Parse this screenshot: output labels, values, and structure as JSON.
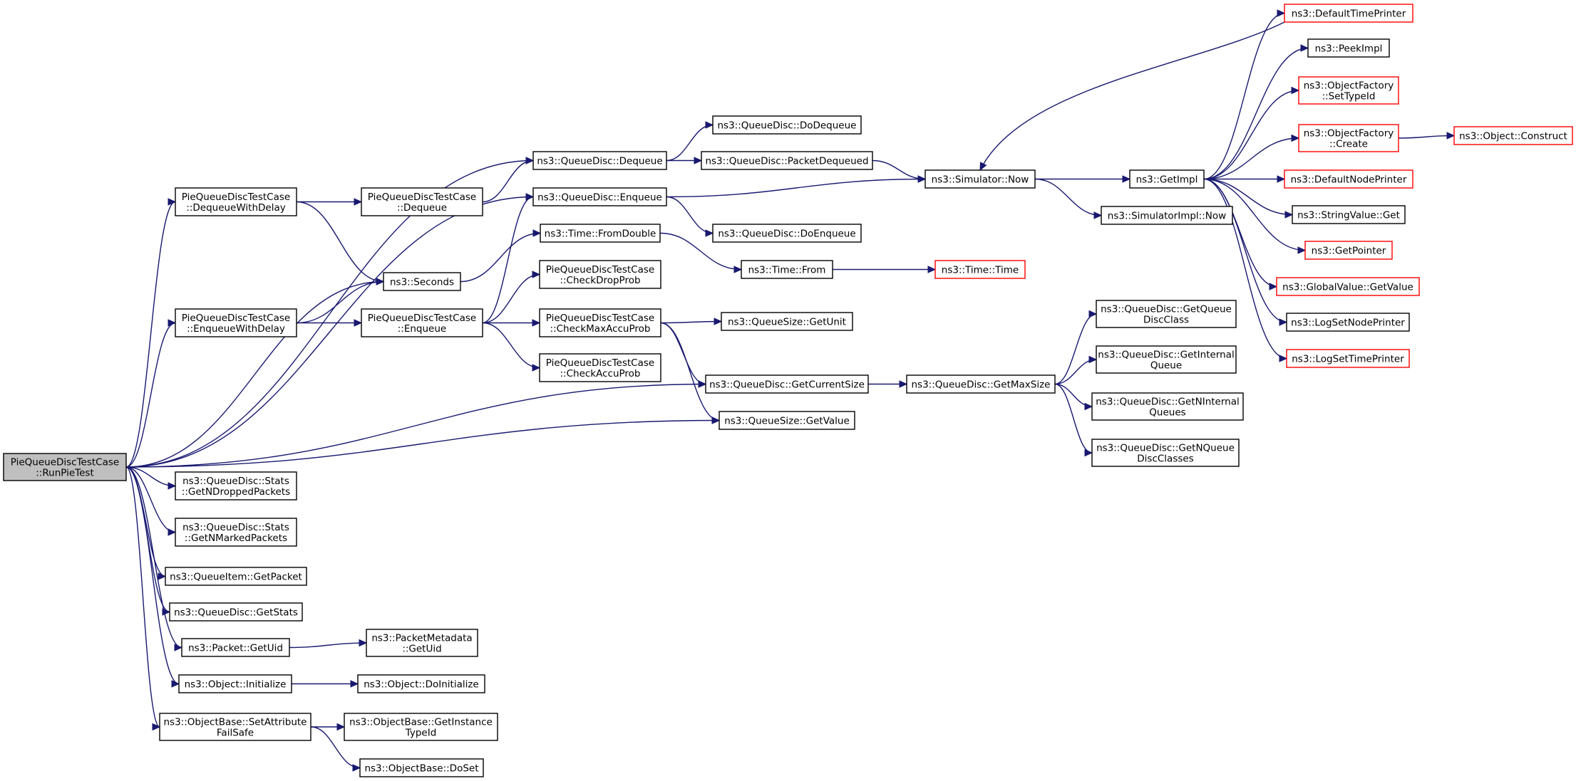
{
  "graph": {
    "nodes": [
      {
        "id": "runpie",
        "lines": [
          "PieQueueDiscTestCase",
          "::RunPieTest"
        ],
        "style": "root"
      },
      {
        "id": "dequeuewithdelay",
        "lines": [
          "PieQueueDiscTestCase",
          "::DequeueWithDelay"
        ],
        "style": "normal"
      },
      {
        "id": "enqueuewithdelay",
        "lines": [
          "PieQueueDiscTestCase",
          "::EnqueueWithDelay"
        ],
        "style": "normal"
      },
      {
        "id": "getndropped",
        "lines": [
          "ns3::QueueDisc::Stats",
          "::GetNDroppedPackets"
        ],
        "style": "normal"
      },
      {
        "id": "getnmarked",
        "lines": [
          "ns3::QueueDisc::Stats",
          "::GetNMarkedPackets"
        ],
        "style": "normal"
      },
      {
        "id": "queueitem_getpacket",
        "lines": [
          "ns3::QueueItem::GetPacket"
        ],
        "style": "normal"
      },
      {
        "id": "getstats",
        "lines": [
          "ns3::QueueDisc::GetStats"
        ],
        "style": "normal"
      },
      {
        "id": "packet_getuid",
        "lines": [
          "ns3::Packet::GetUid"
        ],
        "style": "normal"
      },
      {
        "id": "object_initialize",
        "lines": [
          "ns3::Object::Initialize"
        ],
        "style": "normal"
      },
      {
        "id": "setattrfailsafe",
        "lines": [
          "ns3::ObjectBase::SetAttribute",
          "FailSafe"
        ],
        "style": "normal"
      },
      {
        "id": "pie_dequeue",
        "lines": [
          "PieQueueDiscTestCase",
          "::Dequeue"
        ],
        "style": "normal"
      },
      {
        "id": "seconds",
        "lines": [
          "ns3::Seconds"
        ],
        "style": "normal"
      },
      {
        "id": "pie_enqueue",
        "lines": [
          "PieQueueDiscTestCase",
          "::Enqueue"
        ],
        "style": "normal"
      },
      {
        "id": "pktmeta_getuid",
        "lines": [
          "ns3::PacketMetadata",
          "::GetUid"
        ],
        "style": "normal"
      },
      {
        "id": "object_doinitialize",
        "lines": [
          "ns3::Object::DoInitialize"
        ],
        "style": "normal"
      },
      {
        "id": "getinstancetypeid",
        "lines": [
          "ns3::ObjectBase::GetInstance",
          "TypeId"
        ],
        "style": "normal"
      },
      {
        "id": "doset",
        "lines": [
          "ns3::ObjectBase::DoSet"
        ],
        "style": "normal"
      },
      {
        "id": "qd_dequeue",
        "lines": [
          "ns3::QueueDisc::Dequeue"
        ],
        "style": "normal"
      },
      {
        "id": "qd_enqueue",
        "lines": [
          "ns3::QueueDisc::Enqueue"
        ],
        "style": "normal"
      },
      {
        "id": "time_fromdouble",
        "lines": [
          "ns3::Time::FromDouble"
        ],
        "style": "normal"
      },
      {
        "id": "checkdropprob",
        "lines": [
          "PieQueueDiscTestCase",
          "::CheckDropProb"
        ],
        "style": "normal"
      },
      {
        "id": "checkmaxaccuprob",
        "lines": [
          "PieQueueDiscTestCase",
          "::CheckMaxAccuProb"
        ],
        "style": "normal"
      },
      {
        "id": "checkaccuprob",
        "lines": [
          "PieQueueDiscTestCase",
          "::CheckAccuProb"
        ],
        "style": "normal"
      },
      {
        "id": "qd_dodequeue",
        "lines": [
          "ns3::QueueDisc::DoDequeue"
        ],
        "style": "normal"
      },
      {
        "id": "qd_packetdequeued",
        "lines": [
          "ns3::QueueDisc::PacketDequeued"
        ],
        "style": "normal"
      },
      {
        "id": "qd_doenqueue",
        "lines": [
          "ns3::QueueDisc::DoEnqueue"
        ],
        "style": "normal"
      },
      {
        "id": "time_from",
        "lines": [
          "ns3::Time::From"
        ],
        "style": "normal"
      },
      {
        "id": "qs_getunit",
        "lines": [
          "ns3::QueueSize::GetUnit"
        ],
        "style": "normal"
      },
      {
        "id": "qd_getcurrentsize",
        "lines": [
          "ns3::QueueDisc::GetCurrentSize"
        ],
        "style": "normal"
      },
      {
        "id": "qs_getvalue",
        "lines": [
          "ns3::QueueSize::GetValue"
        ],
        "style": "normal"
      },
      {
        "id": "simulator_now",
        "lines": [
          "ns3::Simulator::Now"
        ],
        "style": "normal"
      },
      {
        "id": "time_time",
        "lines": [
          "ns3::Time::Time"
        ],
        "style": "red"
      },
      {
        "id": "qd_getmaxsize",
        "lines": [
          "ns3::QueueDisc::GetMaxSize"
        ],
        "style": "normal"
      },
      {
        "id": "getimpl",
        "lines": [
          "ns3::GetImpl"
        ],
        "style": "normal"
      },
      {
        "id": "simimpl_now",
        "lines": [
          "ns3::SimulatorImpl::Now"
        ],
        "style": "normal"
      },
      {
        "id": "qd_getqueuediscclass",
        "lines": [
          "ns3::QueueDisc::GetQueue",
          "DiscClass"
        ],
        "style": "normal"
      },
      {
        "id": "qd_getinternalqueue",
        "lines": [
          "ns3::QueueDisc::GetInternal",
          "Queue"
        ],
        "style": "normal"
      },
      {
        "id": "qd_getninternalqueues",
        "lines": [
          "ns3::QueueDisc::GetNInternal",
          "Queues"
        ],
        "style": "normal"
      },
      {
        "id": "qd_getnqueuediscclasses",
        "lines": [
          "ns3::QueueDisc::GetNQueue",
          "DiscClasses"
        ],
        "style": "normal"
      },
      {
        "id": "defaulttimeprinter",
        "lines": [
          "ns3::DefaultTimePrinter"
        ],
        "style": "red"
      },
      {
        "id": "peekimpl",
        "lines": [
          "ns3::PeekImpl"
        ],
        "style": "normal"
      },
      {
        "id": "of_settypeid",
        "lines": [
          "ns3::ObjectFactory",
          "::SetTypeId"
        ],
        "style": "red"
      },
      {
        "id": "of_create",
        "lines": [
          "ns3::ObjectFactory",
          "::Create"
        ],
        "style": "red"
      },
      {
        "id": "defaultnodeprinter",
        "lines": [
          "ns3::DefaultNodePrinter"
        ],
        "style": "red"
      },
      {
        "id": "stringvalue_get",
        "lines": [
          "ns3::StringValue::Get"
        ],
        "style": "normal"
      },
      {
        "id": "getpointer",
        "lines": [
          "ns3::GetPointer"
        ],
        "style": "red"
      },
      {
        "id": "globalvalue_getvalue",
        "lines": [
          "ns3::GlobalValue::GetValue"
        ],
        "style": "red"
      },
      {
        "id": "logsetnodeprinter",
        "lines": [
          "ns3::LogSetNodePrinter"
        ],
        "style": "normal"
      },
      {
        "id": "logsettimeprinter",
        "lines": [
          "ns3::LogSetTimePrinter"
        ],
        "style": "red"
      },
      {
        "id": "object_construct",
        "lines": [
          "ns3::Object::Construct"
        ],
        "style": "red"
      }
    ],
    "edges": [
      [
        "runpie",
        "qd_dequeue"
      ],
      [
        "runpie",
        "dequeuewithdelay"
      ],
      [
        "runpie",
        "qd_enqueue"
      ],
      [
        "runpie",
        "seconds"
      ],
      [
        "runpie",
        "enqueuewithdelay"
      ],
      [
        "runpie",
        "qd_getcurrentsize"
      ],
      [
        "runpie",
        "qs_getvalue"
      ],
      [
        "runpie",
        "getndropped"
      ],
      [
        "runpie",
        "getnmarked"
      ],
      [
        "runpie",
        "queueitem_getpacket"
      ],
      [
        "runpie",
        "getstats"
      ],
      [
        "runpie",
        "packet_getuid"
      ],
      [
        "runpie",
        "object_initialize"
      ],
      [
        "runpie",
        "setattrfailsafe"
      ],
      [
        "dequeuewithdelay",
        "pie_dequeue"
      ],
      [
        "dequeuewithdelay",
        "seconds"
      ],
      [
        "enqueuewithdelay",
        "seconds"
      ],
      [
        "enqueuewithdelay",
        "pie_enqueue"
      ],
      [
        "pie_dequeue",
        "qd_dequeue"
      ],
      [
        "seconds",
        "time_fromdouble"
      ],
      [
        "pie_enqueue",
        "qd_enqueue"
      ],
      [
        "pie_enqueue",
        "checkdropprob"
      ],
      [
        "pie_enqueue",
        "checkmaxaccuprob"
      ],
      [
        "pie_enqueue",
        "checkaccuprob"
      ],
      [
        "packet_getuid",
        "pktmeta_getuid"
      ],
      [
        "object_initialize",
        "object_doinitialize"
      ],
      [
        "setattrfailsafe",
        "getinstancetypeid"
      ],
      [
        "setattrfailsafe",
        "doset"
      ],
      [
        "qd_dequeue",
        "qd_dodequeue"
      ],
      [
        "qd_dequeue",
        "qd_packetdequeued"
      ],
      [
        "qd_enqueue",
        "simulator_now"
      ],
      [
        "qd_enqueue",
        "qd_doenqueue"
      ],
      [
        "qd_packetdequeued",
        "simulator_now"
      ],
      [
        "time_fromdouble",
        "time_from"
      ],
      [
        "time_from",
        "time_time"
      ],
      [
        "checkmaxaccuprob",
        "qs_getunit"
      ],
      [
        "checkmaxaccuprob",
        "qd_getcurrentsize"
      ],
      [
        "checkmaxaccuprob",
        "qs_getvalue"
      ],
      [
        "qd_getcurrentsize",
        "qd_getmaxsize"
      ],
      [
        "qd_getmaxsize",
        "qd_getqueuediscclass"
      ],
      [
        "qd_getmaxsize",
        "qd_getinternalqueue"
      ],
      [
        "qd_getmaxsize",
        "qd_getninternalqueues"
      ],
      [
        "qd_getmaxsize",
        "qd_getnqueuediscclasses"
      ],
      [
        "simulator_now",
        "getimpl"
      ],
      [
        "simulator_now",
        "simimpl_now"
      ],
      [
        "getimpl",
        "defaulttimeprinter"
      ],
      [
        "getimpl",
        "peekimpl"
      ],
      [
        "getimpl",
        "of_settypeid"
      ],
      [
        "getimpl",
        "of_create"
      ],
      [
        "getimpl",
        "defaultnodeprinter"
      ],
      [
        "getimpl",
        "stringvalue_get"
      ],
      [
        "getimpl",
        "getpointer"
      ],
      [
        "getimpl",
        "globalvalue_getvalue"
      ],
      [
        "getimpl",
        "logsetnodeprinter"
      ],
      [
        "getimpl",
        "logsettimeprinter"
      ],
      [
        "defaulttimeprinter",
        "simulator_now"
      ],
      [
        "of_create",
        "object_construct"
      ]
    ]
  }
}
